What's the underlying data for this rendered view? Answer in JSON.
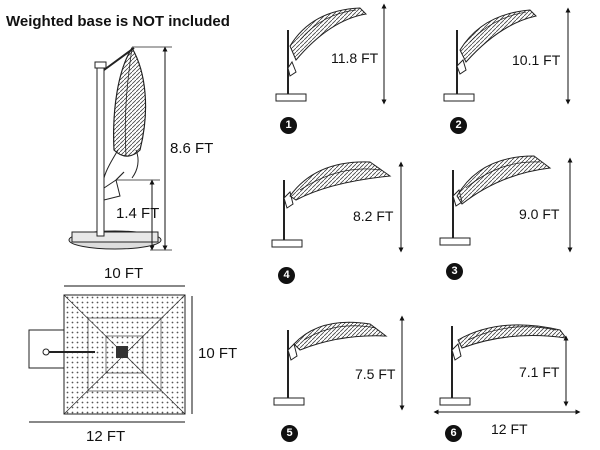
{
  "notice": "Weighted base is NOT included",
  "side_view": {
    "total_height": "8.6 FT",
    "base_height": "1.4 FT"
  },
  "top_view": {
    "top_width": "10 FT",
    "side_width": "10 FT",
    "bottom_width": "12 FT"
  },
  "positions": [
    {
      "number": "1",
      "height": "11.8 FT"
    },
    {
      "number": "2",
      "height": "10.1 FT"
    },
    {
      "number": "3",
      "height": "9.0 FT"
    },
    {
      "number": "4",
      "height": "8.2 FT"
    },
    {
      "number": "5",
      "height": "7.5 FT"
    },
    {
      "number": "6",
      "height": "7.1 FT"
    }
  ],
  "span_label": "12 FT"
}
